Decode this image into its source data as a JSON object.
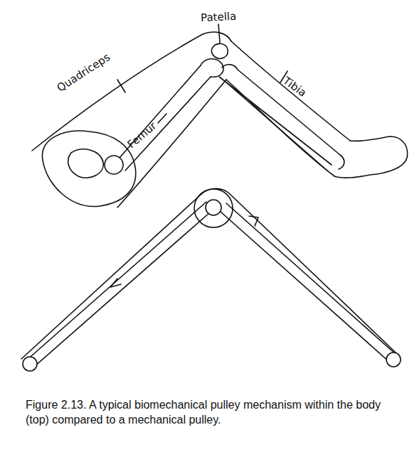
{
  "diagram": {
    "caption": "Figure 2.13. A typical biomechanical pulley mechanism within the body (top) compared to a mechanical pulley.",
    "labels": [
      "Patella",
      "Quadriceps",
      "Tibia",
      "Femur"
    ]
  }
}
